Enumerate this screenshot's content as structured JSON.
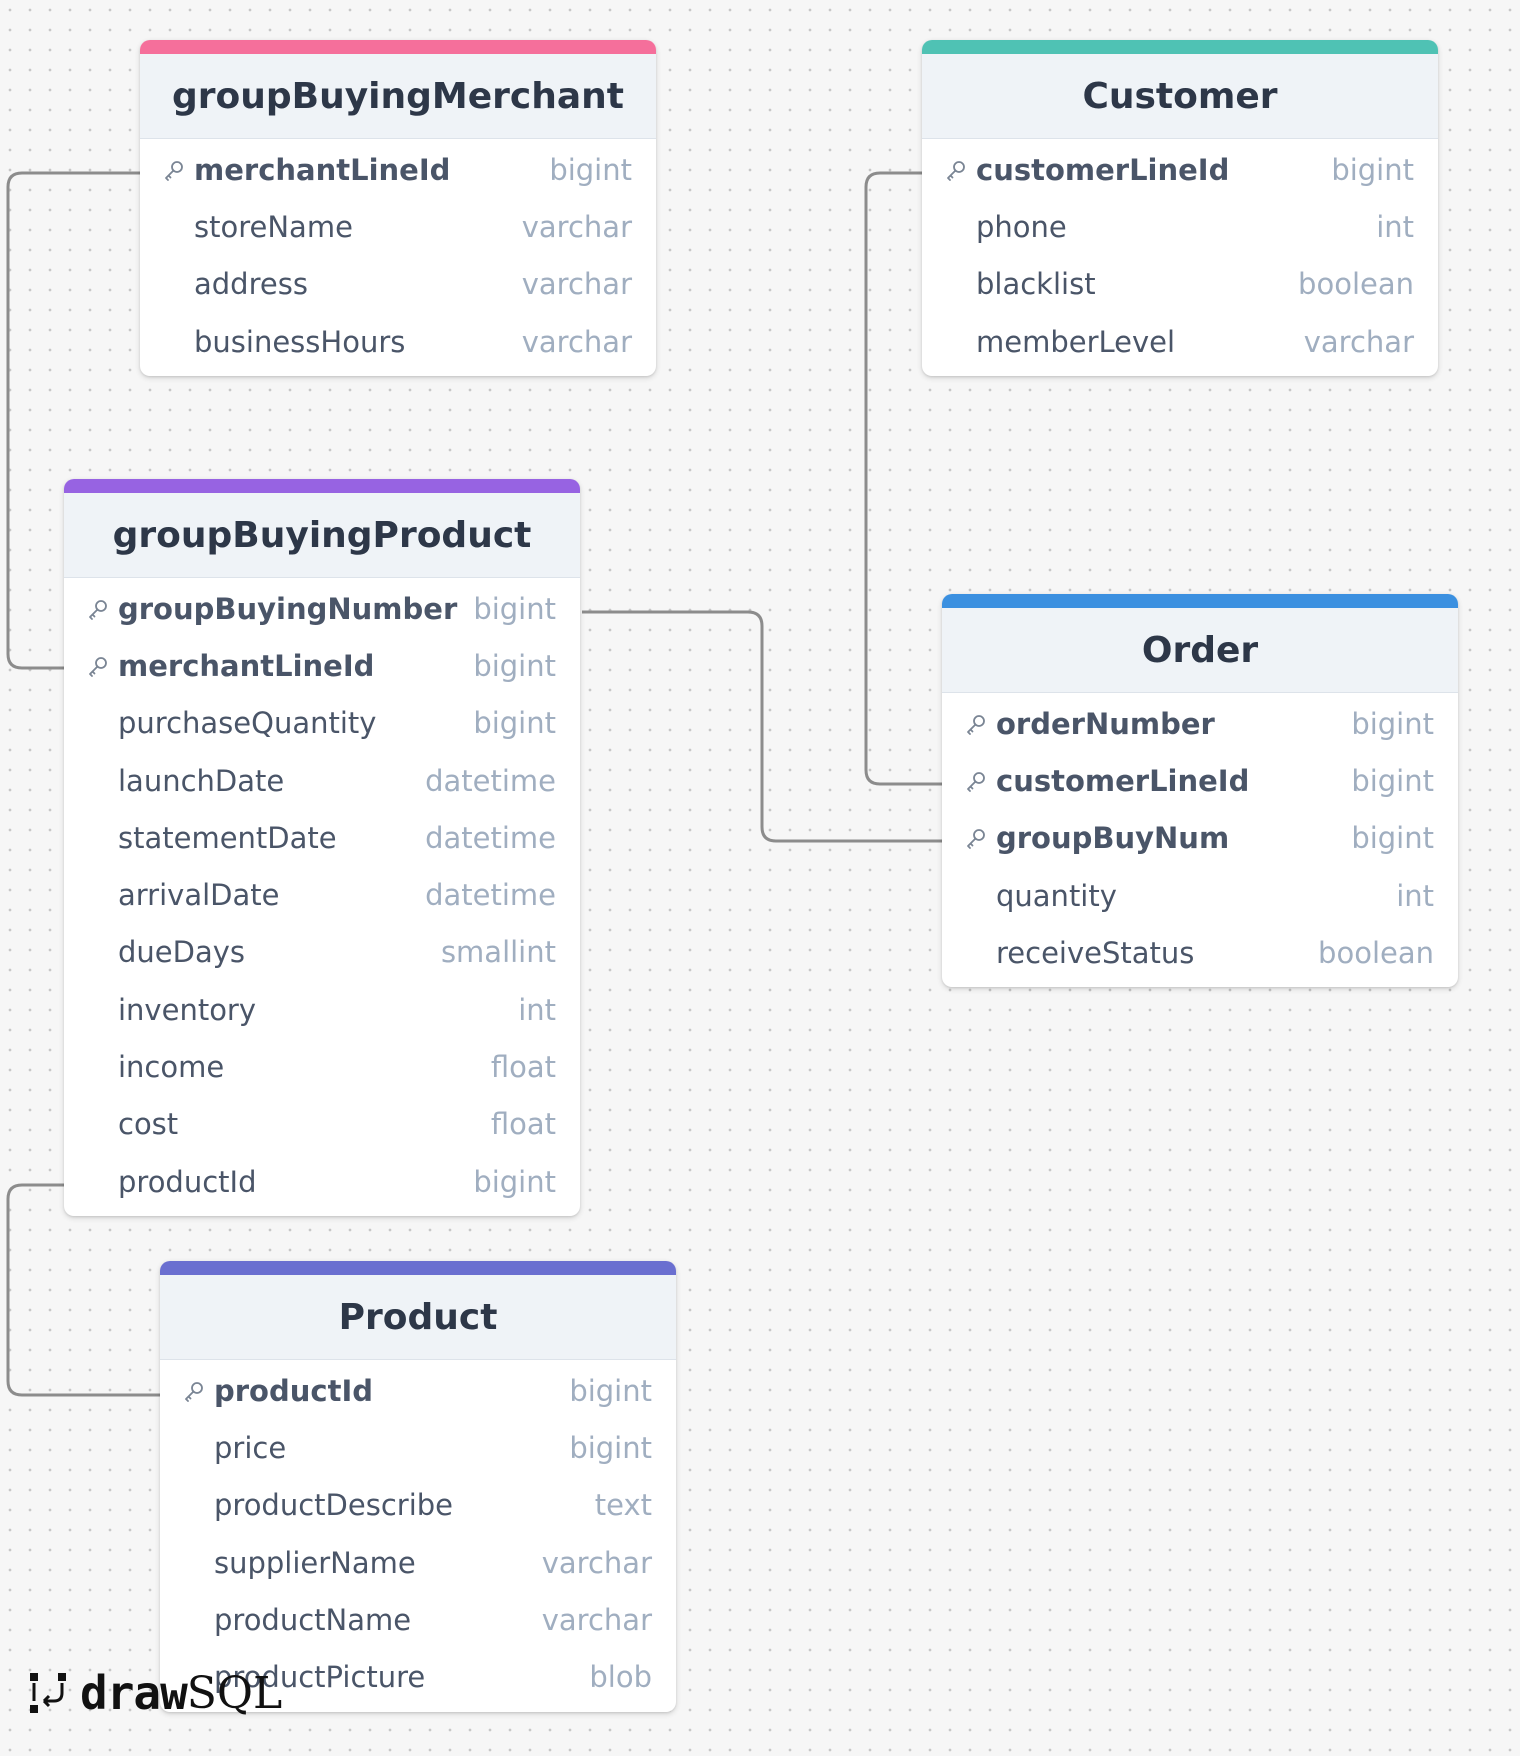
{
  "colors": {
    "groupBuyingMerchant": "#f56f9b",
    "Customer": "#4fc2b4",
    "groupBuyingProduct": "#9763e2",
    "Order": "#3b90e0",
    "Product": "#6a6fd0",
    "connector": "#8c8c8c"
  },
  "tables": {
    "groupBuyingMerchant": {
      "title": "groupBuyingMerchant",
      "columns": [
        {
          "name": "merchantLineId",
          "type": "bigint",
          "key": true
        },
        {
          "name": "storeName",
          "type": "varchar",
          "key": false
        },
        {
          "name": "address",
          "type": "varchar",
          "key": false
        },
        {
          "name": "businessHours",
          "type": "varchar",
          "key": false
        }
      ]
    },
    "Customer": {
      "title": "Customer",
      "columns": [
        {
          "name": "customerLineId",
          "type": "bigint",
          "key": true
        },
        {
          "name": "phone",
          "type": "int",
          "key": false
        },
        {
          "name": "blacklist",
          "type": "boolean",
          "key": false
        },
        {
          "name": "memberLevel",
          "type": "varchar",
          "key": false
        }
      ]
    },
    "groupBuyingProduct": {
      "title": "groupBuyingProduct",
      "columns": [
        {
          "name": "groupBuyingNumber",
          "type": "bigint",
          "key": true
        },
        {
          "name": "merchantLineId",
          "type": "bigint",
          "key": true
        },
        {
          "name": "purchaseQuantity",
          "type": "bigint",
          "key": false
        },
        {
          "name": "launchDate",
          "type": "datetime",
          "key": false
        },
        {
          "name": "statementDate",
          "type": "datetime",
          "key": false
        },
        {
          "name": "arrivalDate",
          "type": "datetime",
          "key": false
        },
        {
          "name": "dueDays",
          "type": "smallint",
          "key": false
        },
        {
          "name": "inventory",
          "type": "int",
          "key": false
        },
        {
          "name": "income",
          "type": "float",
          "key": false
        },
        {
          "name": "cost",
          "type": "float",
          "key": false
        },
        {
          "name": "productId",
          "type": "bigint",
          "key": false
        }
      ]
    },
    "Order": {
      "title": "Order",
      "columns": [
        {
          "name": "orderNumber",
          "type": "bigint",
          "key": true
        },
        {
          "name": "customerLineId",
          "type": "bigint",
          "key": true
        },
        {
          "name": "groupBuyNum",
          "type": "bigint",
          "key": true
        },
        {
          "name": "quantity",
          "type": "int",
          "key": false
        },
        {
          "name": "receiveStatus",
          "type": "boolean",
          "key": false
        }
      ]
    },
    "Product": {
      "title": "Product",
      "columns": [
        {
          "name": "productId",
          "type": "bigint",
          "key": true
        },
        {
          "name": "price",
          "type": "bigint",
          "key": false
        },
        {
          "name": "productDescribe",
          "type": "text",
          "key": false
        },
        {
          "name": "supplierName",
          "type": "varchar",
          "key": false
        },
        {
          "name": "productName",
          "type": "varchar",
          "key": false
        },
        {
          "name": "productPicture",
          "type": "blob",
          "key": false
        }
      ]
    }
  },
  "logo": {
    "draw": "draw",
    "sql": "SQL"
  }
}
